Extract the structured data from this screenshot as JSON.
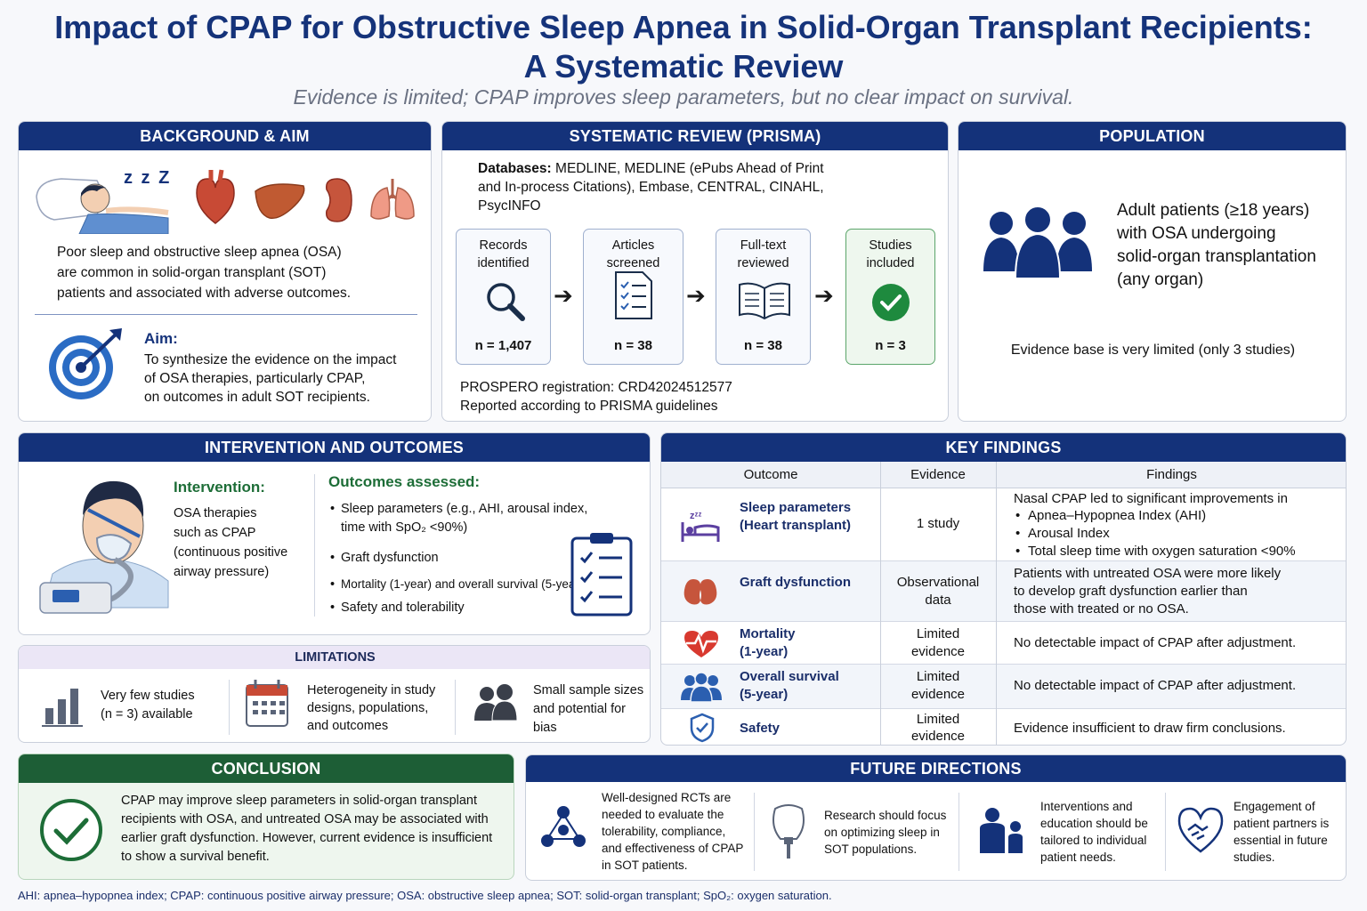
{
  "title": {
    "line1": "Impact of CPAP for Obstructive Sleep Apnea in Solid-Organ Transplant Recipients:",
    "line2": "A Systematic Review",
    "subtitle": "Evidence is limited; CPAP improves sleep parameters, but no clear impact on survival."
  },
  "background": {
    "header": "BACKGROUND & AIM",
    "zzz": "z z Z",
    "text1": "Poor sleep and obstructive sleep apnea (OSA)",
    "text2": "are common in solid-organ transplant (SOT)",
    "text3": "patients and associated with adverse outcomes.",
    "aim_label": "Aim:",
    "aim1": "To synthesize the evidence on the impact",
    "aim2": "of OSA therapies, particularly CPAP,",
    "aim3": "on outcomes in adult SOT recipients."
  },
  "review": {
    "header": "SYSTEMATIC REVIEW (PRISMA)",
    "db_label": "Databases:",
    "db1": "MEDLINE, MEDLINE (ePubs Ahead of Print",
    "db2": "and In-process Citations), Embase, CENTRAL, CINAHL,",
    "db3": "PsycINFO",
    "steps": [
      {
        "l1": "Records",
        "l2": "identified",
        "n": "n = 1,407"
      },
      {
        "l1": "Articles screened",
        "l2": "",
        "n": "n = 38"
      },
      {
        "l1": "Full-text",
        "l2": "reviewed",
        "n": "n = 38"
      },
      {
        "l1": "Studies",
        "l2": "included",
        "n": "n = 3"
      }
    ],
    "prospero": "PROSPERO registration: CRD42024512577",
    "prisma": "Reported according to PRISMA guidelines"
  },
  "population": {
    "header": "POPULATION",
    "l1": "Adult patients (≥18 years)",
    "l2": "with OSA undergoing",
    "l3": "solid-organ transplantation",
    "l4": "(any organ)",
    "note": "Evidence base is very limited (only 3 studies)"
  },
  "intervention": {
    "header": "INTERVENTION AND OUTCOMES",
    "int_label": "Intervention:",
    "int1": "OSA therapies",
    "int2": "such as CPAP",
    "int3": "(continuous positive",
    "int4": "airway pressure)",
    "out_label": "Outcomes assessed:",
    "o1a": "Sleep parameters (e.g., AHI, arousal index,",
    "o1b": "time with SpO₂ <90%)",
    "o2": "Graft dysfunction",
    "o3": "Mortality (1-year) and overall survival (5-year)",
    "o4": "Safety and tolerability"
  },
  "limitations": {
    "header": "LIMITATIONS",
    "l1a": "Very few studies",
    "l1b": "(n = 3) available",
    "l2a": "Heterogeneity in study",
    "l2b": "designs, populations,",
    "l2c": "and outcomes",
    "l3a": "Small sample sizes",
    "l3b": "and potential for",
    "l3c": "bias"
  },
  "findings": {
    "header": "KEY FINDINGS",
    "col_outcome": "Outcome",
    "col_evidence": "Evidence",
    "col_findings": "Findings",
    "r1_o1": "Sleep parameters",
    "r1_o2": "(Heart transplant)",
    "r1_e": "1 study",
    "r1_f0": "Nasal CPAP led to significant improvements in",
    "r1_f1": "Apnea–Hypopnea Index (AHI)",
    "r1_f2": "Arousal Index",
    "r1_f3": "Total sleep time with oxygen saturation <90%",
    "r2_o": "Graft dysfunction",
    "r2_e1": "Observational",
    "r2_e2": "data",
    "r2_f1": "Patients with untreated OSA were more likely",
    "r2_f2": "to develop graft dysfunction earlier than",
    "r2_f3": "those with treated or no OSA.",
    "r3_o1": "Mortality",
    "r3_o2": "(1-year)",
    "r3_e1": "Limited",
    "r3_e2": "evidence",
    "r3_f": "No detectable impact of CPAP after adjustment.",
    "r4_o1": "Overall survival",
    "r4_o2": "(5-year)",
    "r4_e1": "Limited",
    "r4_e2": "evidence",
    "r4_f": "No detectable impact of CPAP after adjustment.",
    "r5_o": "Safety",
    "r5_e1": "Limited",
    "r5_e2": "evidence",
    "r5_f": "Evidence insufficient to draw firm conclusions."
  },
  "conclusion": {
    "header": "CONCLUSION",
    "c1": "CPAP may improve sleep parameters in solid-organ transplant",
    "c2": "recipients with OSA, and untreated OSA may be associated with",
    "c3": "earlier graft dysfunction. However, current evidence is insufficient",
    "c4": "to show a survival benefit."
  },
  "future": {
    "header": "FUTURE DIRECTIONS",
    "f1a": "Well-designed RCTs are",
    "f1b": "needed to evaluate the",
    "f1c": "tolerability, compliance,",
    "f1d": "and effectiveness of CPAP",
    "f1e": "in SOT patients.",
    "f2a": "Research should focus",
    "f2b": "on optimizing sleep in",
    "f2c": "SOT populations.",
    "f3a": "Interventions and",
    "f3b": "education should be",
    "f3c": "tailored to individual",
    "f3d": "patient needs.",
    "f4a": "Engagement of",
    "f4b": "patient partners is",
    "f4c": "essential in future",
    "f4d": "studies."
  },
  "footnote": "AHI: apnea–hypopnea index; CPAP: continuous positive airway pressure; OSA: obstructive sleep apnea; SOT: solid-organ transplant; SpO₂: oxygen saturation.",
  "colors": {
    "navy": "#14327a",
    "green": "#1d5e36",
    "organ": "#c84a35",
    "icon_blue": "#2b5fb0"
  }
}
